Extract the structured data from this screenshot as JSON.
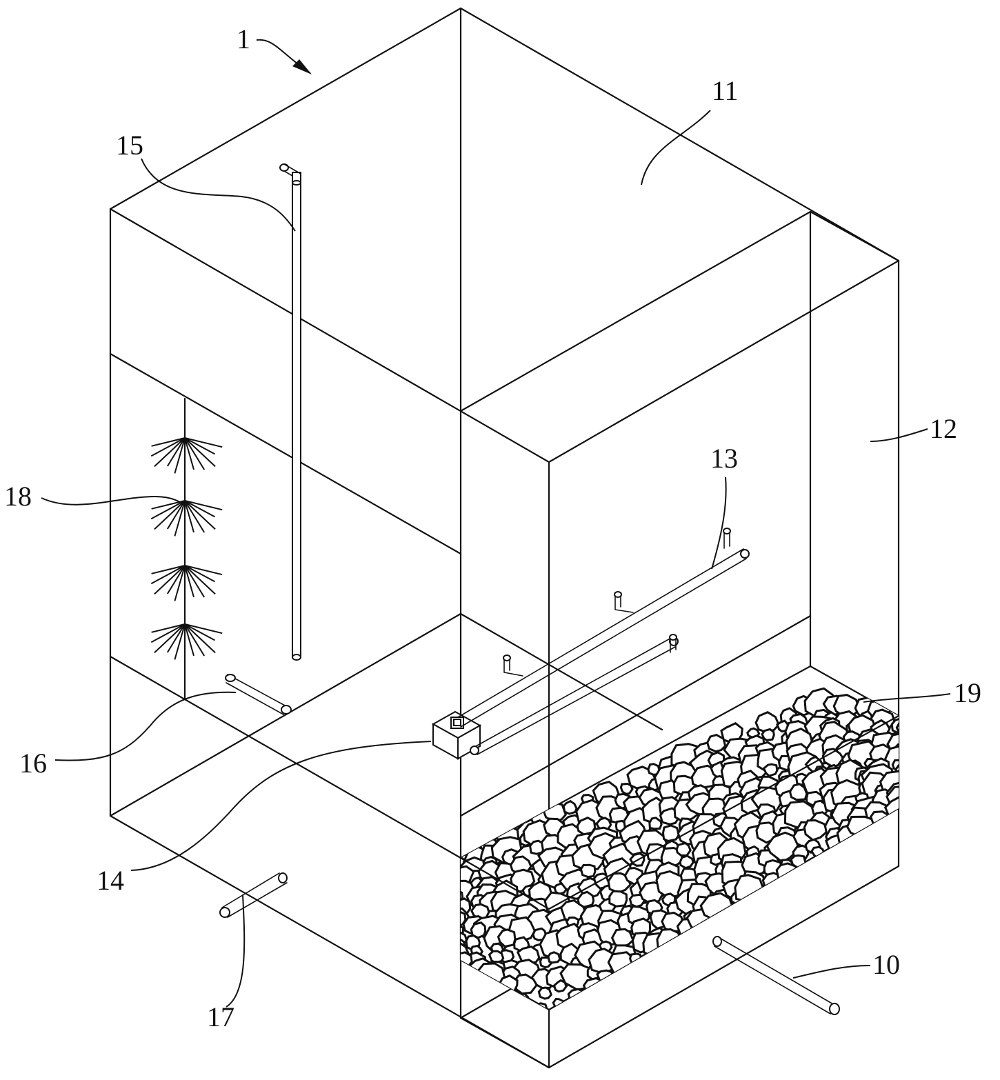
{
  "labels": {
    "l1": "1",
    "l10": "10",
    "l11": "11",
    "l12": "12",
    "l13": "13",
    "l14": "14",
    "l15": "15",
    "l16": "16",
    "l17": "17",
    "l18": "18",
    "l19": "19"
  },
  "colors": {
    "line": "#111111",
    "background": "#ffffff"
  }
}
